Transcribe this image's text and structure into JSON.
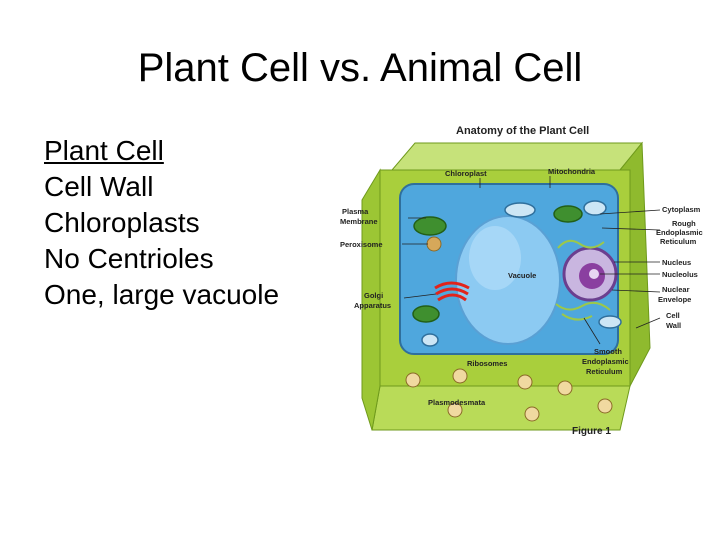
{
  "slide": {
    "title": "Plant Cell vs. Animal Cell",
    "bullets": [
      "Plant Cell",
      "Cell Wall",
      "Chloroplasts",
      "No Centrioles",
      "One, large vacuole"
    ]
  },
  "diagram": {
    "title": "Anatomy of the Plant Cell",
    "figure_label": "Figure 1",
    "labels": {
      "chloroplast": "Chloroplast",
      "mitochondria": "Mitochondria",
      "plasma_membrane_1": "Plasma",
      "plasma_membrane_2": "Membrane",
      "peroxisome": "Peroxisome",
      "golgi_1": "Golgi",
      "golgi_2": "Apparatus",
      "vacuole": "Vacuole",
      "ribosomes": "Ribosomes",
      "plasmodesmata": "Plasmodesmata",
      "cytoplasm": "Cytoplasm",
      "rough_er_1": "Rough",
      "rough_er_2": "Endoplasmic",
      "rough_er_3": "Reticulum",
      "nucleus": "Nucleus",
      "nucleolus": "Nucleolus",
      "nuclear_envelope_1": "Nuclear",
      "nuclear_envelope_2": "Envelope",
      "cell_wall_1": "Cell",
      "cell_wall_2": "Wall",
      "smooth_er_1": "Smooth",
      "smooth_er_2": "Endoplasmic",
      "smooth_er_3": "Reticulum"
    },
    "colors": {
      "cell_wall": "#a9cf3c",
      "cell_wall_dark": "#7fa425",
      "cytoplasm": "#4fa7dd",
      "vacuole": "#7fc0ee",
      "chloroplast": "#3f8f2f",
      "golgi": "#e2241b",
      "nucleus": "#8a3fa0"
    }
  }
}
